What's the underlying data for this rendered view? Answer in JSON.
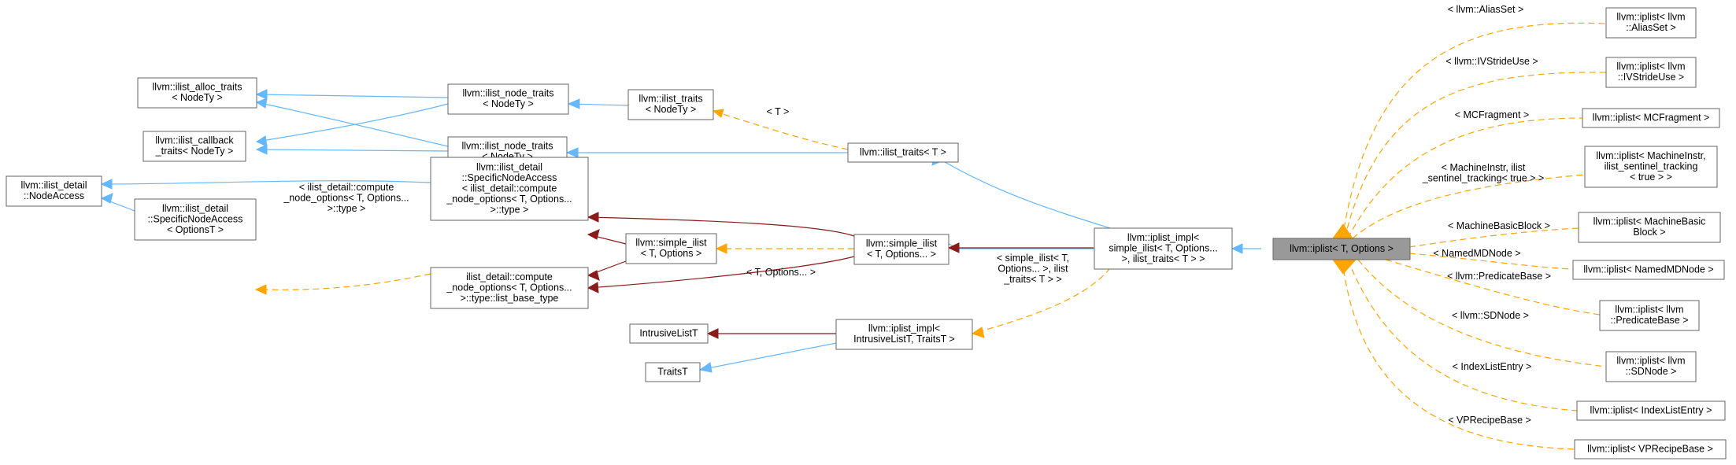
{
  "nodes": {
    "iplist_main": [
      "llvm::iplist< T, Options >"
    ],
    "alias": [
      "llvm::iplist< llvm",
      "::AliasSet >"
    ],
    "ivstride": [
      "llvm::iplist< llvm",
      "::IVStrideUse >"
    ],
    "mcfrag": [
      "llvm::iplist< MCFragment >"
    ],
    "machinstr": [
      "llvm::iplist< MachineInstr,",
      "ilist_sentinel_tracking",
      "< true > >"
    ],
    "mbb": [
      "llvm::iplist< MachineBasic",
      "Block >"
    ],
    "namedmd": [
      "llvm::iplist< NamedMDNode >"
    ],
    "predbase": [
      "llvm::iplist< llvm",
      "::PredicateBase >"
    ],
    "sdnode": [
      "llvm::iplist< llvm",
      "::SDNode >"
    ],
    "indexlist": [
      "llvm::iplist< IndexListEntry >"
    ],
    "vprecipe": [
      "llvm::iplist< VPRecipeBase >"
    ],
    "iplist_impl": [
      "llvm::iplist_impl<",
      "simple_ilist< T, Options...",
      ">, ilist_traits< T > >"
    ],
    "simple_ilist": [
      "llvm::simple_ilist",
      "< T, Options... >"
    ],
    "ilist_traits_T": [
      "llvm::ilist_traits< T >"
    ],
    "iplist_impl2": [
      "llvm::iplist_impl<",
      "IntrusiveListT, TraitsT >"
    ],
    "intrusive": [
      "IntrusiveListT"
    ],
    "traitsT": [
      "TraitsT"
    ],
    "ilist_traits_nodety": [
      "llvm::ilist_traits",
      "< NodeTy >"
    ],
    "node_traits1": [
      "llvm::ilist_node_traits",
      "< NodeTy >"
    ],
    "node_traits2": [
      "llvm::ilist_node_traits",
      "< NodeTy >"
    ],
    "alloc_traits": [
      "llvm::ilist_alloc_traits",
      "< NodeTy >"
    ],
    "callback_traits": [
      "llvm::ilist_callback",
      "_traits< NodeTy >"
    ],
    "snac_compute": [
      "llvm::ilist_detail",
      "::SpecificNodeAccess",
      "< ilist_detail::compute",
      "_node_options< T, Options...",
      ">::type >"
    ],
    "list_base": [
      "ilist_detail::compute",
      "_node_options< T, Options...",
      ">::type::list_base_type"
    ],
    "simple_ilist_opts": [
      "llvm::simple_ilist",
      "< T, Options >"
    ],
    "node_access": [
      "llvm::ilist_detail",
      "::NodeAccess"
    ],
    "snac_opts": [
      "llvm::ilist_detail",
      "::SpecificNodeAccess",
      "< OptionsT >"
    ]
  },
  "edge_labels": {
    "alias": [
      "< llvm::AliasSet >"
    ],
    "ivstride": [
      "< llvm::IVStrideUse >"
    ],
    "mcfrag": [
      "< MCFragment >"
    ],
    "machinstr": [
      "< MachineInstr, ilist",
      "_sentinel_tracking< true > >"
    ],
    "mbb": [
      "< MachineBasicBlock >"
    ],
    "namedmd": [
      "< NamedMDNode >"
    ],
    "predbase": [
      "< llvm::PredicateBase >"
    ],
    "sdnode": [
      "< llvm::SDNode >"
    ],
    "indexlist": [
      "< IndexListEntry >"
    ],
    "vprecipe": [
      "< VPRecipeBase >"
    ],
    "iplist_impl2": [
      "< simple_ilist< T,",
      "Options... >, ilist",
      "_traits< T > >"
    ],
    "ilist_traits_T": [
      "< T >"
    ],
    "simple_ilist_opts": [
      "< T, Options... >"
    ],
    "snac_opts": [
      "< ilist_detail::compute",
      "_node_options< T, Options...",
      ">::type >"
    ]
  }
}
